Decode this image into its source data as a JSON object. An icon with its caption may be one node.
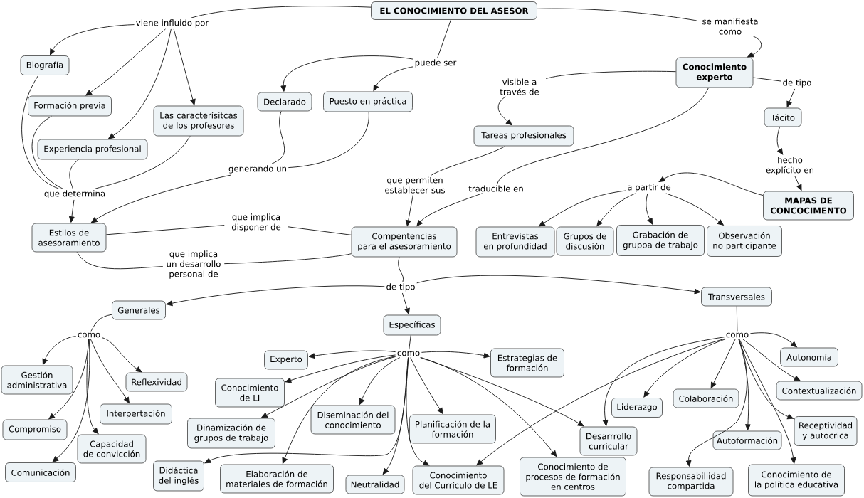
{
  "diagram": {
    "nodes": [
      {
        "text": [
          "EL CONOCIMIENTO DEL ASESOR"
        ]
      },
      {
        "text": [
          "viene influido por"
        ]
      },
      {
        "text": [
          "se manifiesta como"
        ]
      },
      {
        "text": [
          "Biografía"
        ]
      },
      {
        "text": [
          "puede ser"
        ]
      },
      {
        "text": [
          "Conocimiento experto"
        ]
      },
      {
        "text": [
          "Declarado"
        ]
      },
      {
        "text": [
          "Puesto en práctica"
        ]
      },
      {
        "text": [
          "visible a través de"
        ]
      },
      {
        "text": [
          "de tipo"
        ]
      },
      {
        "text": [
          "Formación previa"
        ]
      },
      {
        "text": [
          "Las caracterísitcas de los profesores"
        ]
      },
      {
        "text": [
          "Tácito"
        ]
      },
      {
        "text": [
          "Experiencia profesional"
        ]
      },
      {
        "text": [
          "Tareas profesionales"
        ]
      },
      {
        "text": [
          "hecho explícito en"
        ]
      },
      {
        "text": [
          "generando un"
        ]
      },
      {
        "text": [
          "que determina"
        ]
      },
      {
        "text": [
          "que permiten establecer sus"
        ]
      },
      {
        "text": [
          "traducible en"
        ]
      },
      {
        "text": [
          "a partir de"
        ]
      },
      {
        "text": [
          "MAPAS DE CONCOCIMENTO"
        ]
      },
      {
        "text": [
          "Estilos de asesoramiento"
        ]
      },
      {
        "text": [
          "que implica disponer de"
        ]
      },
      {
        "text": [
          "Compentencias para el asesoramiento"
        ]
      },
      {
        "text": [
          "Entrevistas en profundidad"
        ]
      },
      {
        "text": [
          "Grupos de discusión"
        ]
      },
      {
        "text": [
          "Grabación de grupoa de trabajo"
        ]
      },
      {
        "text": [
          "Observación no participante"
        ]
      },
      {
        "text": [
          "que implica un desarrollo personal de"
        ]
      },
      {
        "text": [
          "de tipo"
        ]
      },
      {
        "text": [
          "Generales"
        ]
      },
      {
        "text": [
          "Transversales"
        ]
      },
      {
        "text": [
          "Específicas"
        ]
      },
      {
        "text": [
          "como"
        ]
      },
      {
        "text": [
          "como"
        ]
      },
      {
        "text": [
          "como"
        ]
      },
      {
        "text": [
          "Experto"
        ]
      },
      {
        "text": [
          "Estrategias de formación"
        ]
      },
      {
        "text": [
          "Autonomía"
        ]
      },
      {
        "text": [
          "Gestión administrativa"
        ]
      },
      {
        "text": [
          "Reflexividad"
        ]
      },
      {
        "text": [
          "Conocimiento de LI"
        ]
      },
      {
        "text": [
          "Contextualización"
        ]
      },
      {
        "text": [
          "Colaboración"
        ]
      },
      {
        "text": [
          "Liderazgo"
        ]
      },
      {
        "text": [
          "Diseminación del conocimiento"
        ]
      },
      {
        "text": [
          "Interpertación"
        ]
      },
      {
        "text": [
          "Planificación de la formación"
        ]
      },
      {
        "text": [
          "Dinamización de grupos de trabajo"
        ]
      },
      {
        "text": [
          "Compromiso"
        ]
      },
      {
        "text": [
          "Capacidad de convicción"
        ]
      },
      {
        "text": [
          "Desarrrollo curricular"
        ]
      },
      {
        "text": [
          "Receptividad y autocrica"
        ]
      },
      {
        "text": [
          "Autoformación"
        ]
      },
      {
        "text": [
          "Didáctica del inglés"
        ]
      },
      {
        "text": [
          "Comunicación"
        ]
      },
      {
        "text": [
          "Elaboración de materiales de formación"
        ]
      },
      {
        "text": [
          "Neutralidad"
        ]
      },
      {
        "text": [
          "Conocimiento del Currículo de LE"
        ]
      },
      {
        "text": [
          "Conocimiento de procesos de formación en centros"
        ]
      },
      {
        "text": [
          "Responsabiliidad compartida"
        ]
      },
      {
        "text": [
          "Conocimiento de la política educativa"
        ]
      }
    ],
    "edges": [
      {
        "from": 0,
        "to": 1,
        "arrow": "none"
      },
      {
        "from": 1,
        "to": 3,
        "arrow": "to"
      },
      {
        "from": 1,
        "to": 10,
        "arrow": "to"
      },
      {
        "from": 1,
        "to": 13,
        "arrow": "to"
      },
      {
        "from": 1,
        "to": 11,
        "arrow": "to"
      },
      {
        "from": 0,
        "to": 4,
        "arrow": "none"
      },
      {
        "from": 4,
        "to": 6,
        "arrow": "to"
      },
      {
        "from": 4,
        "to": 7,
        "arrow": "to"
      },
      {
        "from": 0,
        "to": 2,
        "arrow": "none"
      },
      {
        "from": 2,
        "to": 5,
        "arrow": "to"
      },
      {
        "from": 5,
        "to": 8,
        "arrow": "none"
      },
      {
        "from": 8,
        "to": 14,
        "arrow": "to"
      },
      {
        "from": 5,
        "to": 9,
        "arrow": "none"
      },
      {
        "from": 9,
        "to": 12,
        "arrow": "to"
      },
      {
        "from": 12,
        "to": 15,
        "arrow": "to"
      },
      {
        "from": 15,
        "to": 21,
        "arrow": "to"
      },
      {
        "from": 21,
        "to": 20,
        "arrow": "to"
      },
      {
        "from": 20,
        "to": 25,
        "arrow": "to"
      },
      {
        "from": 20,
        "to": 26,
        "arrow": "to"
      },
      {
        "from": 20,
        "to": 27,
        "arrow": "to"
      },
      {
        "from": 20,
        "to": 28,
        "arrow": "to"
      },
      {
        "from": 6,
        "to": 16,
        "arrow": "none"
      },
      {
        "from": 7,
        "to": 16,
        "arrow": "none"
      },
      {
        "from": 16,
        "to": 22,
        "arrow": "to"
      },
      {
        "from": 3,
        "to": 17,
        "arrow": "none"
      },
      {
        "from": 10,
        "to": 17,
        "arrow": "none"
      },
      {
        "from": 13,
        "to": 17,
        "arrow": "none"
      },
      {
        "from": 11,
        "to": 17,
        "arrow": "none"
      },
      {
        "from": 17,
        "to": 22,
        "arrow": "to"
      },
      {
        "from": 14,
        "to": 18,
        "arrow": "none"
      },
      {
        "from": 18,
        "to": 24,
        "arrow": "to"
      },
      {
        "from": 5,
        "to": 19,
        "arrow": "none"
      },
      {
        "from": 19,
        "to": 24,
        "arrow": "to"
      },
      {
        "from": 22,
        "to": 23,
        "arrow": "none"
      },
      {
        "from": 23,
        "to": 24,
        "arrow": "none"
      },
      {
        "from": 22,
        "to": 29,
        "arrow": "none"
      },
      {
        "from": 29,
        "to": 24,
        "arrow": "none"
      },
      {
        "from": 24,
        "to": 30,
        "arrow": "none"
      },
      {
        "from": 30,
        "to": 31,
        "arrow": "to"
      },
      {
        "from": 30,
        "to": 33,
        "arrow": "to"
      },
      {
        "from": 30,
        "to": 32,
        "arrow": "to"
      },
      {
        "from": 31,
        "to": 34,
        "arrow": "none"
      },
      {
        "from": 34,
        "to": 40,
        "arrow": "to"
      },
      {
        "from": 34,
        "to": 41,
        "arrow": "to"
      },
      {
        "from": 34,
        "to": 47,
        "arrow": "to"
      },
      {
        "from": 34,
        "to": 50,
        "arrow": "to"
      },
      {
        "from": 34,
        "to": 51,
        "arrow": "to"
      },
      {
        "from": 34,
        "to": 56,
        "arrow": "to"
      },
      {
        "from": 33,
        "to": 36,
        "arrow": "none"
      },
      {
        "from": 36,
        "to": 37,
        "arrow": "to"
      },
      {
        "from": 36,
        "to": 38,
        "arrow": "to"
      },
      {
        "from": 36,
        "to": 42,
        "arrow": "to"
      },
      {
        "from": 36,
        "to": 49,
        "arrow": "to"
      },
      {
        "from": 36,
        "to": 46,
        "arrow": "to"
      },
      {
        "from": 36,
        "to": 48,
        "arrow": "to"
      },
      {
        "from": 36,
        "to": 57,
        "arrow": "to"
      },
      {
        "from": 36,
        "to": 55,
        "arrow": "to"
      },
      {
        "from": 36,
        "to": 58,
        "arrow": "to"
      },
      {
        "from": 36,
        "to": 59,
        "arrow": "to"
      },
      {
        "from": 36,
        "to": 60,
        "arrow": "to"
      },
      {
        "from": 36,
        "to": 52,
        "arrow": "to"
      },
      {
        "from": 32,
        "to": 35,
        "arrow": "none"
      },
      {
        "from": 35,
        "to": 39,
        "arrow": "to"
      },
      {
        "from": 35,
        "to": 43,
        "arrow": "to"
      },
      {
        "from": 35,
        "to": 44,
        "arrow": "to"
      },
      {
        "from": 35,
        "to": 45,
        "arrow": "to"
      },
      {
        "from": 35,
        "to": 52,
        "arrow": "to"
      },
      {
        "from": 35,
        "to": 59,
        "arrow": "to"
      },
      {
        "from": 35,
        "to": 54,
        "arrow": "to"
      },
      {
        "from": 35,
        "to": 53,
        "arrow": "to"
      },
      {
        "from": 35,
        "to": 61,
        "arrow": "to"
      },
      {
        "from": 35,
        "to": 62,
        "arrow": "to"
      }
    ]
  }
}
